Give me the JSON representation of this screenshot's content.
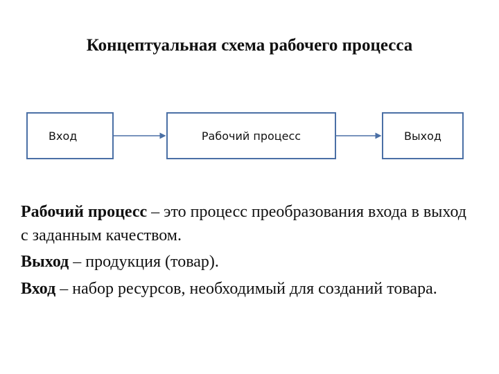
{
  "title": "Концептуальная схема рабочего процесса",
  "diagram": {
    "input_label": "Вход",
    "process_label": "Рабочий процесс",
    "output_label": "Выход",
    "border_color": "#4a6fa5"
  },
  "definitions": [
    {
      "term": "Рабочий процесс",
      "text": " – это процесс преобразования входа в выход с заданным качеством."
    },
    {
      "term": "Выход",
      "text": " – продукция (товар)."
    },
    {
      "term": "Вход",
      "text": " – набор ресурсов, необходимый для созданий товара."
    }
  ]
}
